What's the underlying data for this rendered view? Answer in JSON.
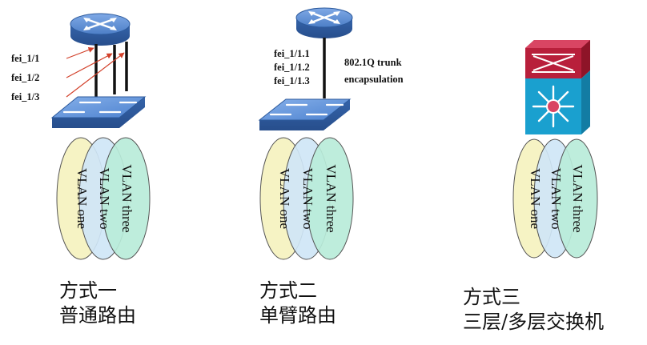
{
  "scenarios": [
    {
      "title": "方式一",
      "subtitle": "普通路由",
      "ports": [
        "fei_1/1",
        "fei_1/2",
        "fei_1/3"
      ],
      "vlans": [
        "VLAN one",
        "VLAN two",
        "VLAN three"
      ]
    },
    {
      "title": "方式二",
      "subtitle": "单臂路由",
      "ports": [
        "fei_1/1.1",
        "fei_1/1.2",
        "fei_1/1.3"
      ],
      "trunk_label": [
        "802.1Q trunk",
        "encapsulation"
      ],
      "vlans": [
        "VLAN one",
        "VLAN two",
        "VLAN three"
      ]
    },
    {
      "title": "方式三",
      "subtitle": "三层/多层交换机",
      "vlans": [
        "VLAN one",
        "VLAN two",
        "VLAN three"
      ]
    }
  ],
  "colors": {
    "device_blue": "#3d6fb8",
    "device_top": "#5e8fd4",
    "multilayer_red": "#b81f3b",
    "multilayer_cyan": "#1aa0cf",
    "arrow_red": "#d2402a",
    "vlan_one": "#f6f3c4",
    "vlan_two": "#cfe6f6",
    "vlan_three": "#b9ecd9"
  }
}
